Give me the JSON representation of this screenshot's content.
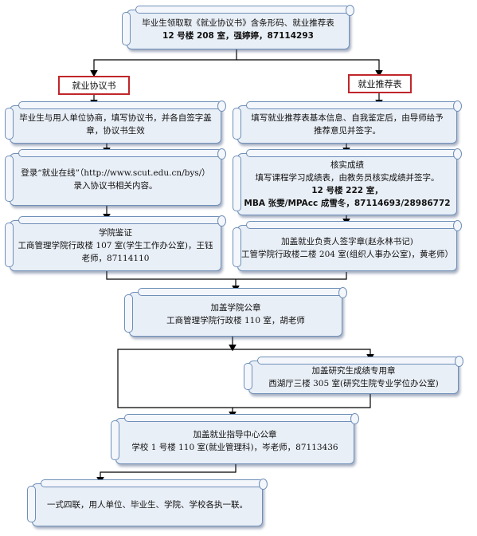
{
  "top_box": {
    "line1": "毕业生领取取《就业协议书》含条形码、就业推荐表",
    "line2": "12 号楼 208 室，强婷婷，87114293"
  },
  "left_label": "就业协议书",
  "right_label": "就业推荐表",
  "left_steps": [
    {
      "lines": [
        "毕业生与用人单位协商，填写协议书，并各自签字盖",
        "章，协议书生效"
      ]
    },
    {
      "lines": [
        "登录“就业在线”（http://www.scut.edu.cn/bys/）",
        "录入协议书相关内容。"
      ]
    },
    {
      "lines": [
        "学院鉴证",
        "工商管理学院行政楼 107 室(学生工作办公室)，王钰",
        "老师，87114110"
      ]
    }
  ],
  "right_steps": [
    {
      "lines": [
        "填写就业推荐表基本信息、自我鉴定后，由导师给予",
        "推荐意见并签字。"
      ]
    },
    {
      "lines": [
        "核实成绩",
        "填写课程学习成绩表，由教务员核实成绩并签字。",
        "12 号楼 222 室，",
        "MBA 张雯/MPAcc 成雪冬，87114693/28986772"
      ]
    },
    {
      "lines": [
        "加盖就业负责人签字章(赵永林书记)",
        "工管学院行政楼二楼 204 室(组织人事办公室)，黄老师）"
      ]
    }
  ],
  "college_seal": {
    "lines": [
      "加盖学院公章",
      "工商管理学院行政楼 110 室，胡老师"
    ]
  },
  "grad_seal": {
    "lines": [
      "加盖研究生成绩专用章",
      "西湖厅三楼 305 室(研究生院专业学位办公室)"
    ]
  },
  "center_seal": {
    "lines": [
      "加盖就业指导中心公章",
      "学校 1 号楼 110 室(就业管理科)，岑老师，87113436"
    ]
  },
  "final_box": {
    "line": "一式四联，用人单位、毕业生、学院、学校各执一联。"
  }
}
